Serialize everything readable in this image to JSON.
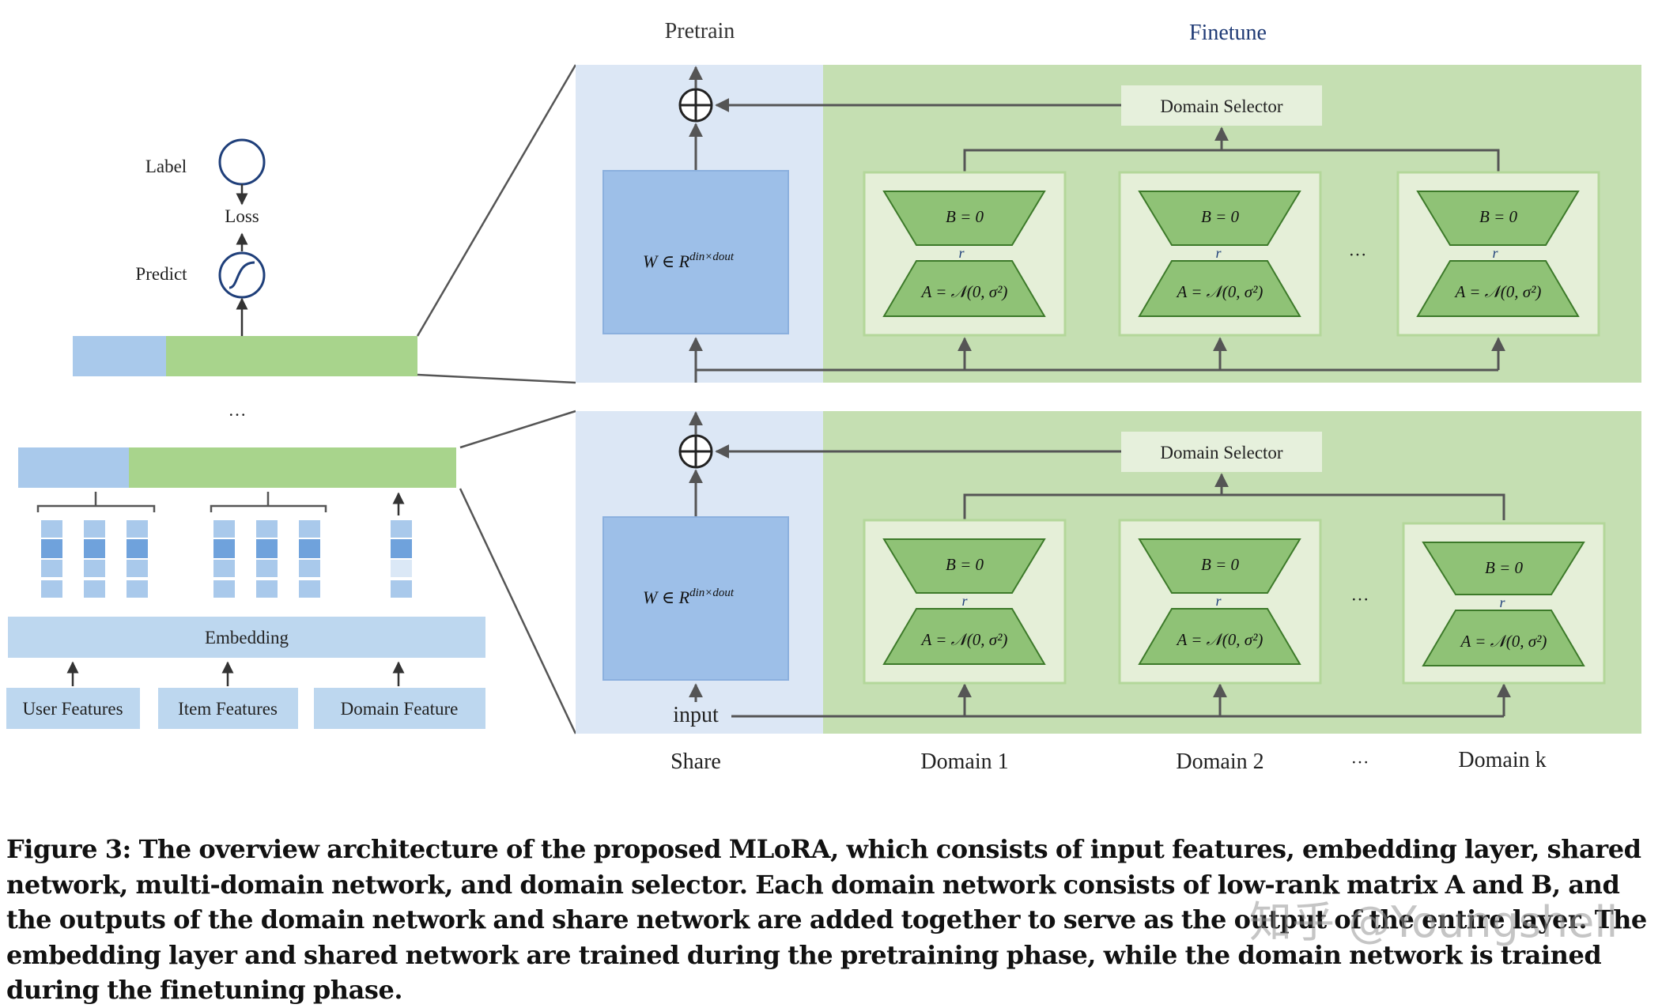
{
  "headers": {
    "pretrain": "Pretrain",
    "finetune": "Finetune"
  },
  "left": {
    "label": "Label",
    "loss": "Loss",
    "predict": "Predict",
    "dots": "…",
    "embedding": "Embedding",
    "user_features": "User Features",
    "item_features": "Item Features",
    "domain_feature": "Domain Feature"
  },
  "blocks": [
    {
      "domain_selector": "Domain Selector",
      "weight": "W ∈ R",
      "weight_sup": "din×dout",
      "domains": [
        {
          "B": "B = 0",
          "r": "r",
          "A": "A = 𝒩(0, σ²)"
        },
        {
          "B": "B = 0",
          "r": "r",
          "A": "A = 𝒩(0, σ²)"
        },
        {
          "B": "B = 0",
          "r": "r",
          "A": "A = 𝒩(0, σ²)"
        }
      ],
      "dots": "···"
    },
    {
      "domain_selector": "Domain Selector",
      "weight": "W ∈ R",
      "weight_sup": "din×dout",
      "input": "input",
      "domains": [
        {
          "B": "B = 0",
          "r": "r",
          "A": "A = 𝒩(0, σ²)"
        },
        {
          "B": "B = 0",
          "r": "r",
          "A": "A = 𝒩(0, σ²)"
        },
        {
          "B": "B = 0",
          "r": "r",
          "A": "A = 𝒩(0, σ²)"
        }
      ],
      "dots": "···"
    }
  ],
  "bottom_labels": {
    "share": "Share",
    "domain1": "Domain 1",
    "domain2": "Domain 2",
    "dots": "···",
    "domaink": "Domain k"
  },
  "caption": "Figure 3: The overview architecture of the proposed MLoRA, which consists of input features, embedding layer, shared network, multi-domain network, and domain selector. Each domain network consists of low-rank matrix A and B, and the outputs of the domain network and share network are added together to serve as the output of the entire layer. The embedding layer and shared network are trained during the pretraining phase, while the domain network is trained during the finetuning phase.",
  "watermark": "知乎 @Youngshell",
  "colors": {
    "share_bg": "#dce7f5",
    "finetune_bg": "#c5dfb2",
    "weight_box": "#9dbfe8",
    "domain_card": "#e5efd8",
    "trapezoid": "#8fc276",
    "embedding_blue": "#a9c9eb",
    "embedding_green": "#a8d48c",
    "feature_box": "#bdd7ef"
  }
}
